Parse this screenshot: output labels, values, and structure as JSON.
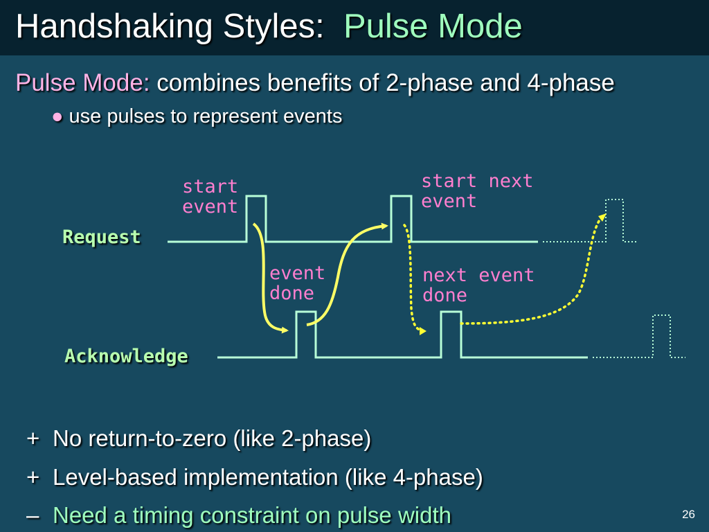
{
  "slide": {
    "title_main": "Handshaking Styles:",
    "title_accent": "Pulse Mode",
    "subhead_accent": "Pulse Mode:",
    "subhead_rest": "combines benefits of 2-phase and 4-phase",
    "bullet": "use pulses to represent events",
    "page_number": "26"
  },
  "diagram": {
    "request_label": "Request",
    "acknowledge_label": "Acknowledge",
    "annotations": {
      "start_event": [
        "start",
        "event"
      ],
      "event_done": [
        "event",
        "done"
      ],
      "start_next_event": [
        "start next",
        "event"
      ],
      "next_event_done": [
        "next event",
        "done"
      ]
    },
    "colors": {
      "waveform": "#b8ffd8",
      "annotation": "#ff7fcf",
      "arrow_solid": "#ffff66",
      "arrow_dotted": "#ffff33",
      "signal_label": "#b8ffb0"
    }
  },
  "points": [
    {
      "mark": "+",
      "text": "No return-to-zero (like 2-phase)"
    },
    {
      "mark": "+",
      "text": "Level-based implementation (like 4-phase)"
    },
    {
      "mark": "–",
      "text": "Need a timing constraint on pulse width"
    }
  ]
}
